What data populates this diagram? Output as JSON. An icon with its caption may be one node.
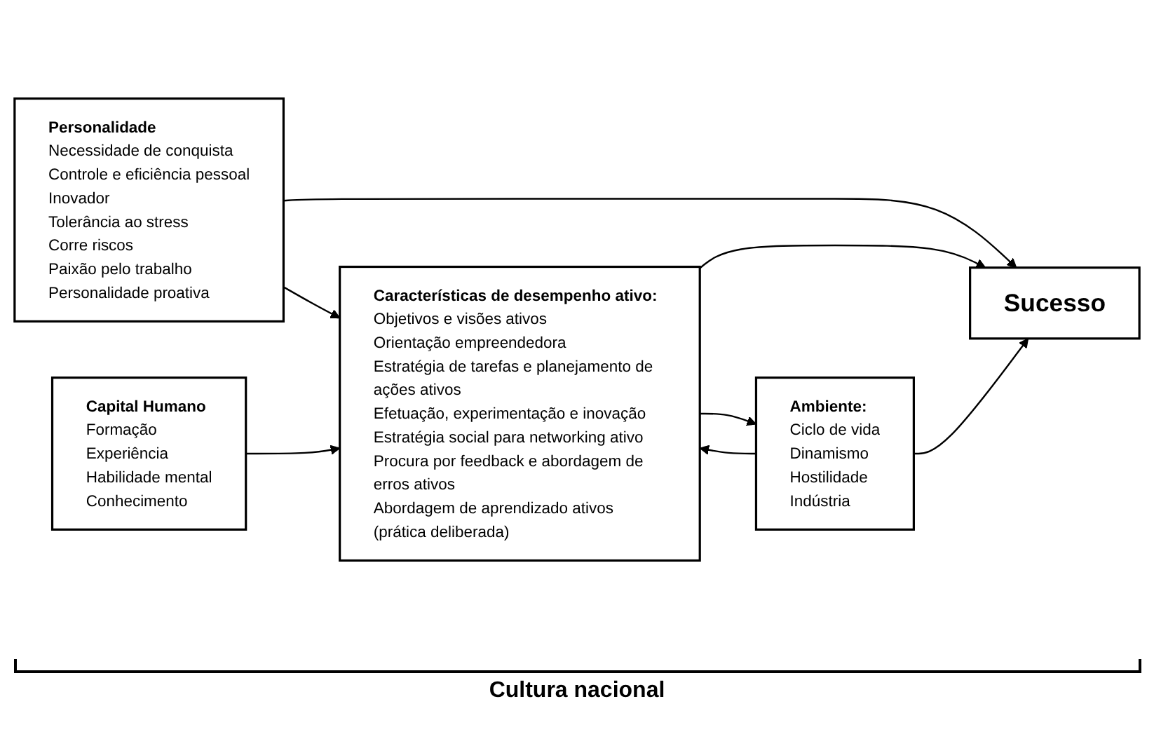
{
  "diagram": {
    "nodes": [
      {
        "text": [
          "Personalidade",
          "Necessidade de conquista",
          "Controle e eficiência pessoal",
          "Inovador",
          "Tolerância ao stress",
          "Corre riscos",
          "Paixão pelo trabalho",
          "Personalidade proativa"
        ]
      },
      {
        "text": [
          "Características de desempenho ativo:",
          "Objetivos e visões ativos",
          "Orientação empreendedora",
          "Estratégia de tarefas e planejamento de ações ativos",
          "Efetuação, experimentação e inovação",
          "Estratégia social para networking ativo",
          "Procura por feedback e abordagem de erros ativos",
          "Abordagem de aprendizado ativos (prática deliberada)"
        ]
      },
      {
        "text": [
          "Sucesso"
        ]
      },
      {
        "text": [
          "Capital Humano",
          "Formação",
          "Experiência",
          "Habilidade mental",
          "Conhecimento"
        ]
      },
      {
        "text": [
          "Ambiente:",
          "Ciclo de vida",
          "Dinamismo",
          "Hostilidade",
          "Indústria"
        ]
      }
    ],
    "edges": [
      {
        "from": 0,
        "to": 1,
        "arrow": "to"
      },
      {
        "from": 0,
        "to": 2,
        "arrow": "to"
      },
      {
        "from": 3,
        "to": 1,
        "arrow": "to"
      },
      {
        "from": 1,
        "to": 2,
        "arrow": "to"
      },
      {
        "from": 4,
        "to": 2,
        "arrow": "to"
      },
      {
        "from": 4,
        "to": 1,
        "arrow": "to"
      },
      {
        "from": 1,
        "to": 4,
        "arrow": "to"
      }
    ],
    "labels": [
      "Cultura nacional"
    ]
  }
}
